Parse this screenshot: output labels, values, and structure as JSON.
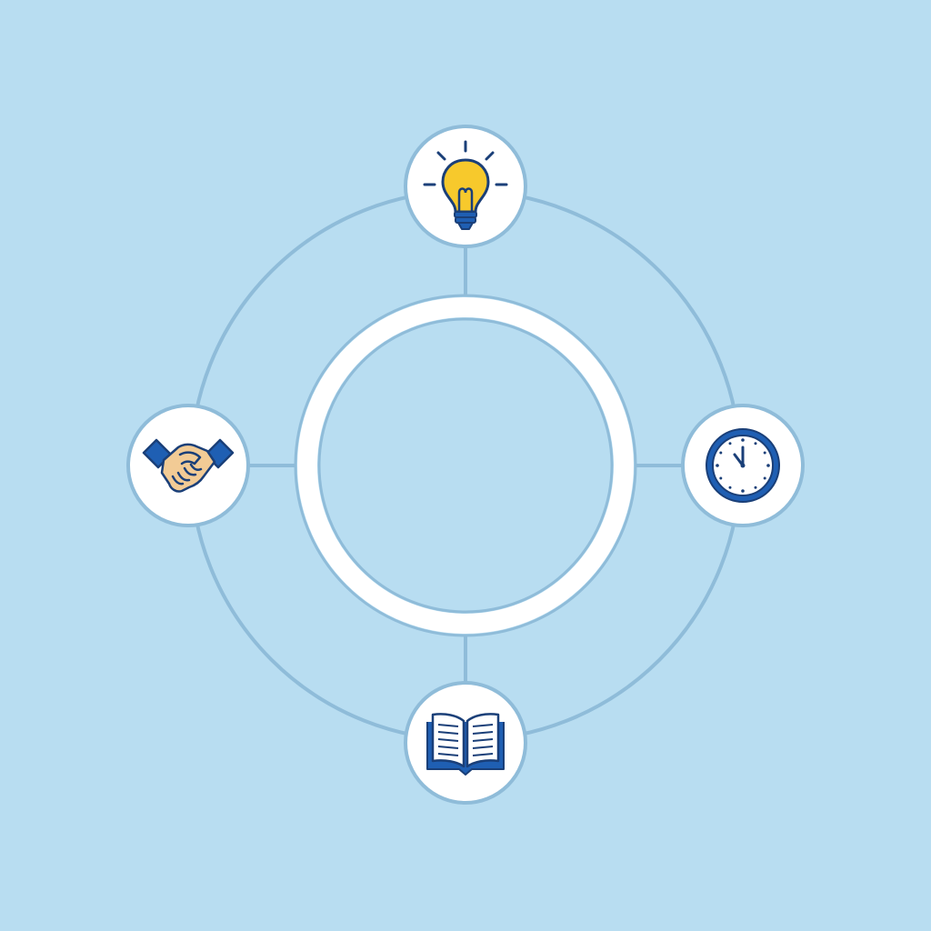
{
  "diagram": {
    "center": {
      "label": ""
    },
    "nodes": [
      {
        "id": "top",
        "icon": "lightbulb-icon",
        "label": ""
      },
      {
        "id": "right",
        "icon": "clock-icon",
        "label": ""
      },
      {
        "id": "bottom",
        "icon": "open-book-icon",
        "label": ""
      },
      {
        "id": "left",
        "icon": "handshake-icon",
        "label": ""
      }
    ],
    "colors": {
      "background": "#b8ddf1",
      "ring_stroke": "#8fbcd9",
      "center_ring": "#ffffff",
      "node_fill": "#ffffff",
      "icon_blue": "#1f5fb3",
      "icon_dark": "#1a3f78",
      "bulb_yellow": "#f7c92c",
      "skin": "#f2cb95"
    }
  }
}
